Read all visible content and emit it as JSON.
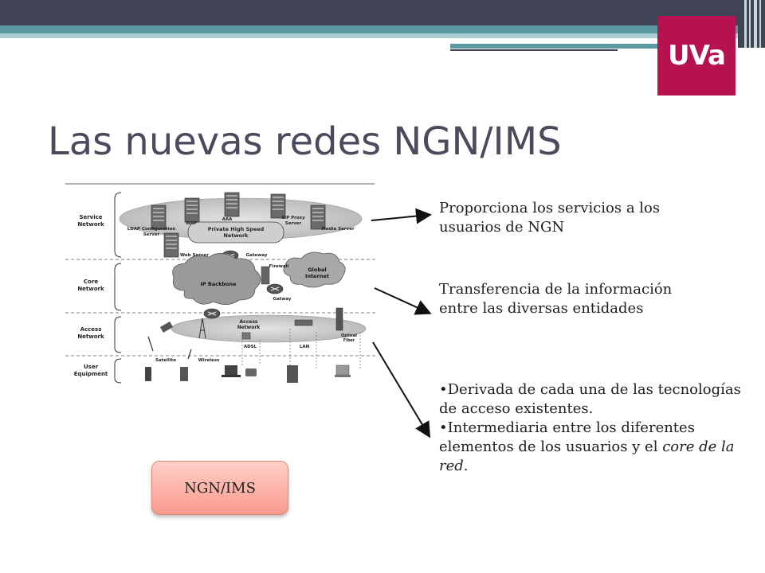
{
  "logo": "UVa",
  "title": "Las nuevas redes NGN/IMS",
  "diagram": {
    "layers": [
      "Service\nNetwork",
      "Core\nNetwork",
      "Access\nNetwork",
      "User\nEquipment"
    ],
    "labels": {
      "ldap": "LDAP Configuration\nServer",
      "wap": "WAP",
      "aaa": "AAA",
      "sip": "SIP Proxy\nServer",
      "media": "Media Server",
      "private": "Private High Speed\nNetwork",
      "web": "Web Server",
      "gateway1": "Gateway",
      "firewall": "Firewall",
      "global": "Global\nInternet",
      "ip": "IP Backbone",
      "gateway2": "Gatway",
      "access": "Access\nNetwork",
      "optical": "Optical\nFiber",
      "adsl": "ADSL",
      "lan": "LAN",
      "satellite": "Satellite",
      "wireless": "Wireless"
    }
  },
  "descriptions": {
    "service": "Proporciona los servicios a los usuarios de NGN",
    "core": "Transferencia de la información entre las diversas entidades",
    "access_bullet1": "•Derivada de cada una de las tecnologías de acceso existentes.",
    "access_bullet2_plain": "•Intermediaria entre los diferentes elementos de los usuarios y el ",
    "access_bullet2_italic": "core de la red",
    "access_bullet2_end": "."
  },
  "button": {
    "label": "NGN/IMS"
  },
  "colors": {
    "topbar": "#404256",
    "teal": "#5b9aa0",
    "logo": "#b5124f",
    "button": "#f99a8d"
  }
}
